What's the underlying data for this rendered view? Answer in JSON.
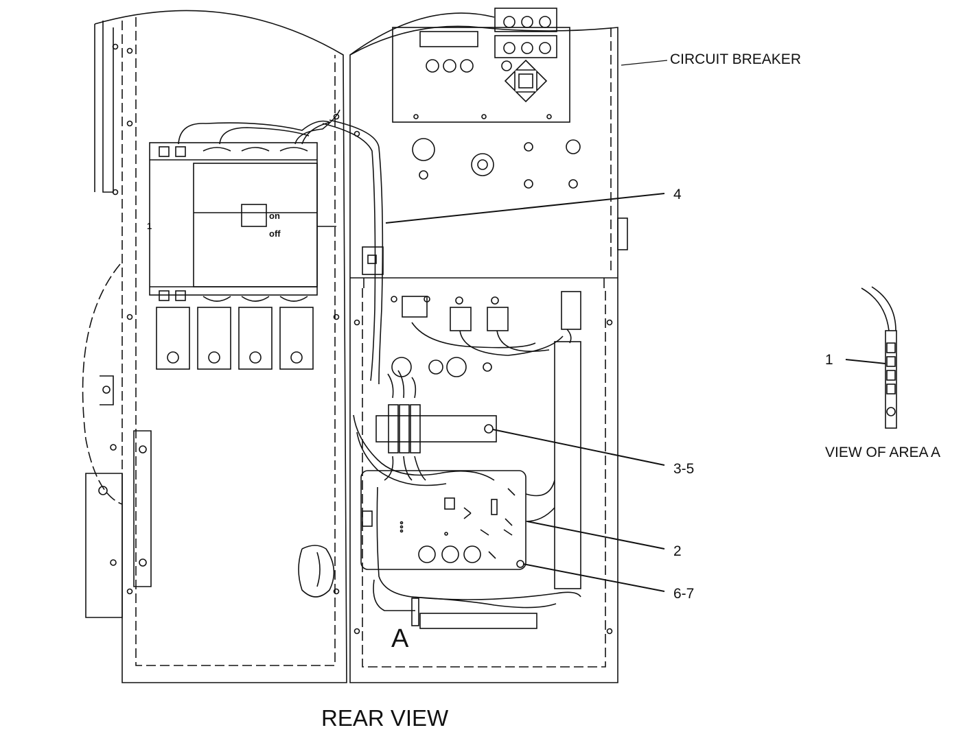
{
  "figure": {
    "caption": "REAR VIEW",
    "detail_caption": "VIEW OF AREA A",
    "area_marker": "A",
    "breaker_on_label": "on",
    "breaker_off_label": "off",
    "panel_small_text": "1",
    "callouts": {
      "circuit_breaker": "CIRCUIT BREAKER",
      "item_4": "4",
      "item_3_5": "3-5",
      "item_2": "2",
      "item_6_7": "6-7",
      "item_1": "1"
    }
  }
}
